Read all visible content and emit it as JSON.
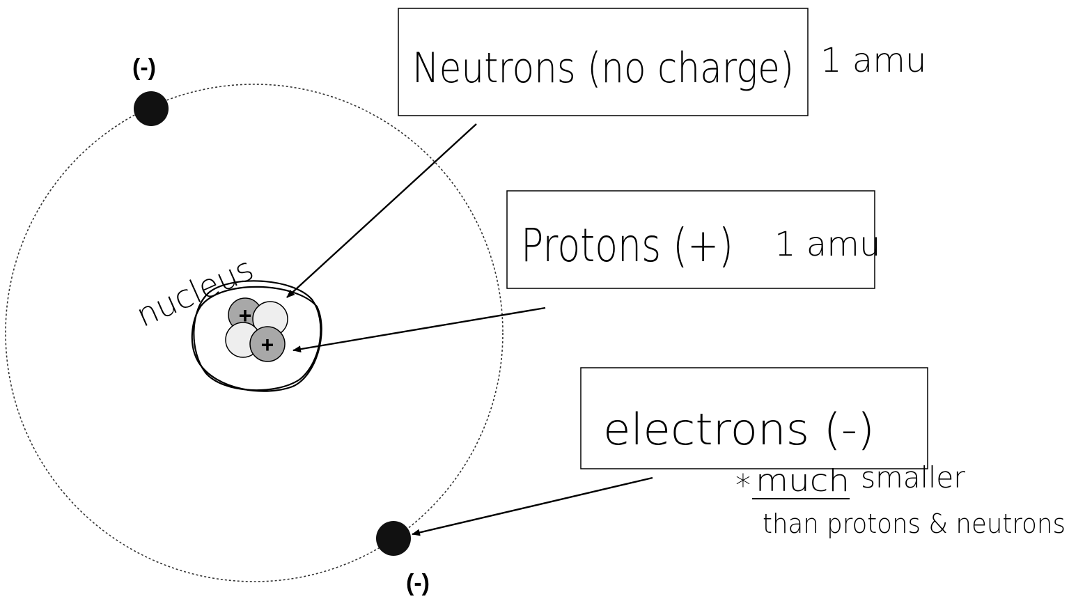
{
  "labels": {
    "electron_top_charge": "(-)",
    "electron_bottom_charge": "(-)",
    "nucleus": "nucleus",
    "neutrons_box": "Neutrons (no charge)",
    "neutrons_mass": "1 amu",
    "protons_box": "Protons (+)",
    "protons_mass": "1 amu",
    "electrons_box": "electrons (-)",
    "electrons_note_star": "*",
    "electrons_note_line1_a": "much",
    "electrons_note_line1_b": "smaller",
    "electrons_note_line2": "than protons & neutrons",
    "proton_symbol": "+"
  },
  "colors": {
    "ink": "#000000",
    "electron": "#111111",
    "proton_fill": "#a8a8a8",
    "neutron_fill": "#eeeeee"
  }
}
